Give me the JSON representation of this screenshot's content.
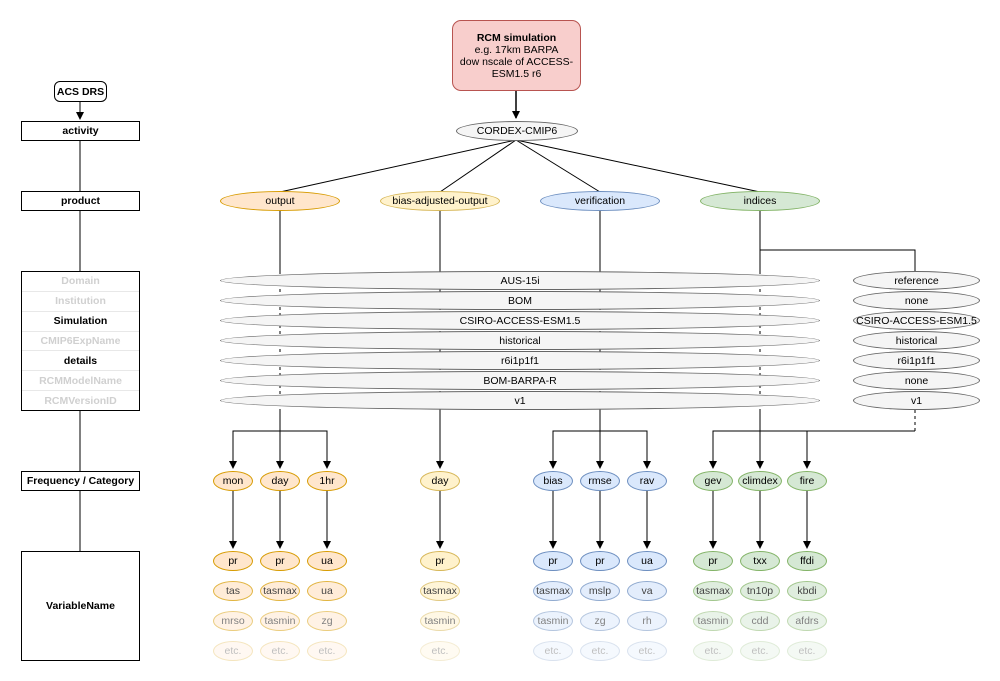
{
  "rcm": {
    "title": "RCM simulation",
    "lines": [
      "e.g. 17km BARPA",
      "dow nscale of ACCESS-",
      "ESM1.5 r6"
    ]
  },
  "acs_drs": "ACS DRS",
  "left_labels": {
    "activity": "activity",
    "product": "product",
    "details": [
      "Domain",
      "Institution",
      "Simulation",
      "CMIP6ExpName",
      "details",
      "RCMModelName",
      "RCMVersionID"
    ],
    "frequency": "Frequency / Category",
    "variable": "VariableName"
  },
  "activity_value": "CORDEX-CMIP6",
  "products": [
    "output",
    "bias-adjusted-output",
    "verification",
    "indices"
  ],
  "details_main": [
    "AUS-15i",
    "BOM",
    "CSIRO-ACCESS-ESM1.5",
    "historical",
    "r6i1p1f1",
    "BOM-BARPA-R",
    "v1"
  ],
  "details_right": [
    "reference",
    "none",
    "CSIRO-ACCESS-ESM1.5",
    "historical",
    "r6i1p1f1",
    "none",
    "v1"
  ],
  "frequencies": [
    "mon",
    "day",
    "1hr",
    "day",
    "bias",
    "rmse",
    "rav",
    "gev",
    "climdex",
    "fire"
  ],
  "variables": [
    [
      "pr",
      "tas",
      "mrso",
      "etc."
    ],
    [
      "pr",
      "tasmax",
      "tasmin",
      "etc."
    ],
    [
      "ua",
      "ua",
      "zg",
      "etc."
    ],
    [
      "pr",
      "tasmax",
      "tasmin",
      "etc."
    ],
    [
      "pr",
      "tasmax",
      "tasmin",
      "etc."
    ],
    [
      "pr",
      "mslp",
      "zg",
      "etc."
    ],
    [
      "ua",
      "va",
      "rh",
      "etc."
    ],
    [
      "pr",
      "tasmax",
      "tasmin",
      "etc."
    ],
    [
      "txx",
      "tn10p",
      "cdd",
      "etc."
    ],
    [
      "ffdi",
      "kbdi",
      "afdrs",
      "etc."
    ]
  ],
  "colors": {
    "orange_fill": "#ffe6cc",
    "orange_stroke": "#d79b00",
    "yellow_fill": "#fff2cc",
    "yellow_stroke": "#d6b656",
    "blue_fill": "#dae8fc",
    "blue_stroke": "#6c8ebf",
    "green_fill": "#d5e8d4",
    "green_stroke": "#82b366",
    "grey_fill": "#f5f5f5",
    "grey_stroke": "#666666",
    "rcm_fill": "#f8cecc",
    "rcm_stroke": "#b85450"
  }
}
